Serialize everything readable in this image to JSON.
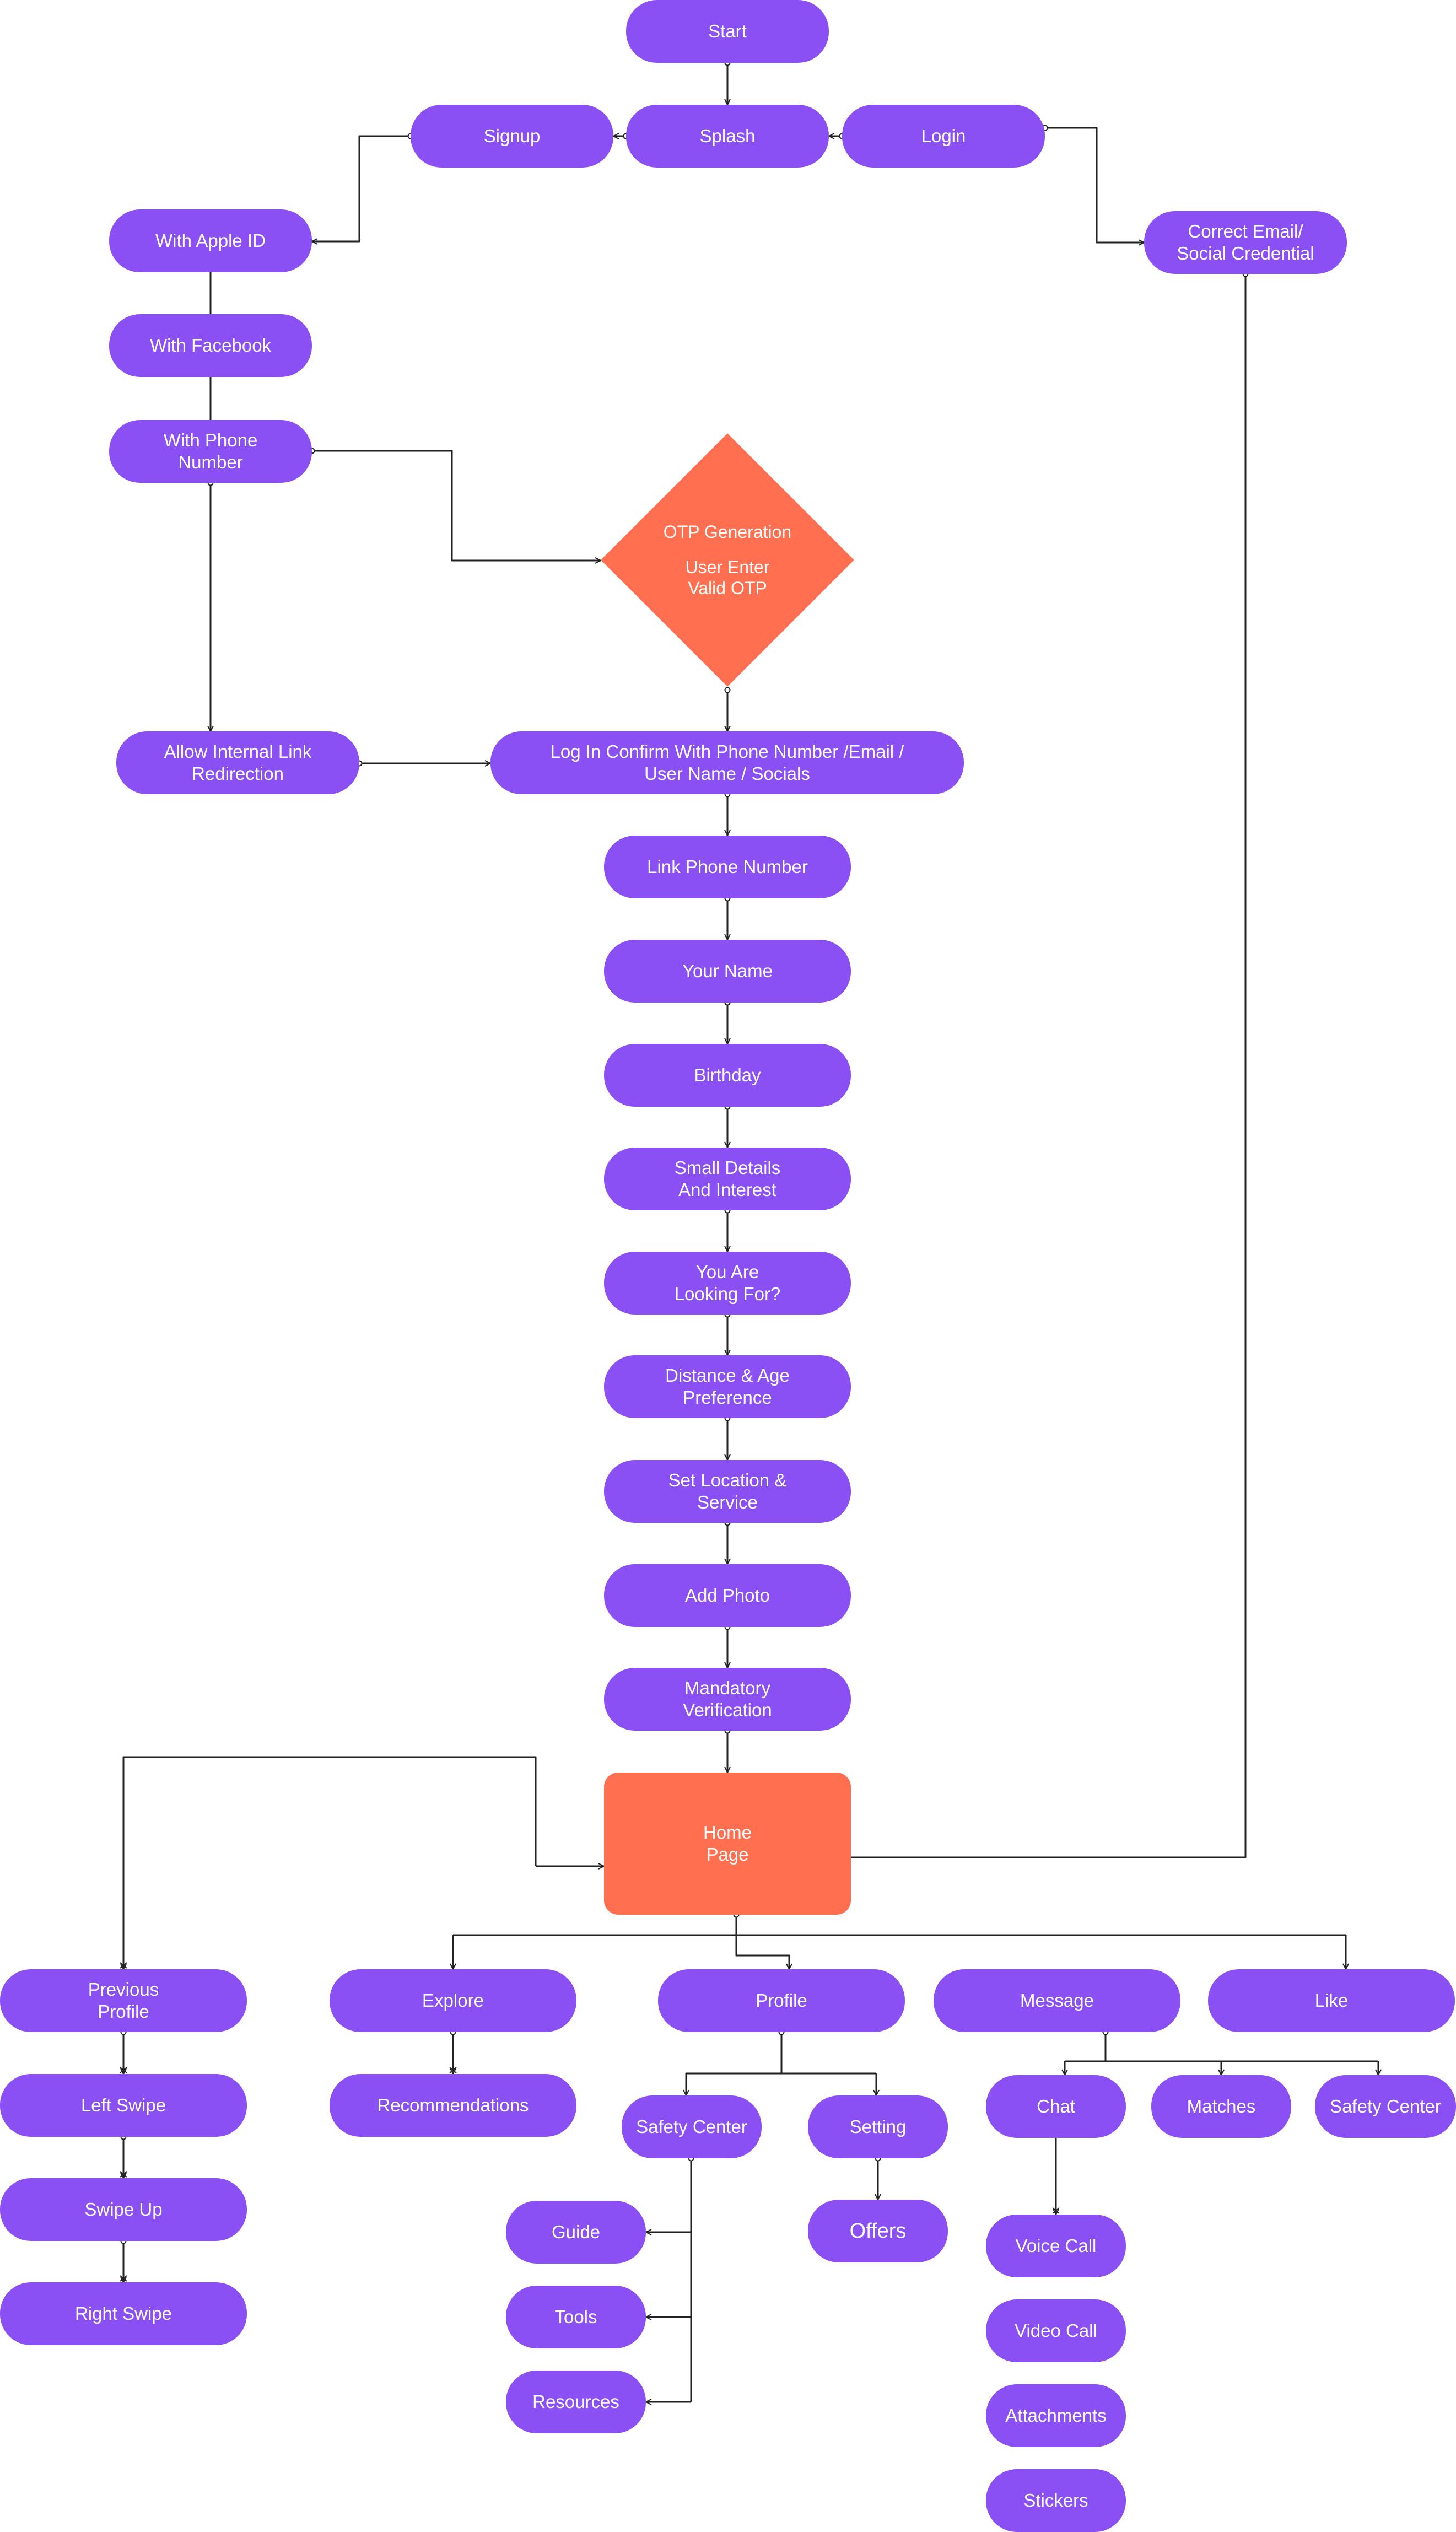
{
  "colors": {
    "node": "#8b50f4",
    "decision": "#ff6f50",
    "connector": "#222222"
  },
  "nodes": {
    "start": "Start",
    "splash": "Splash",
    "signup": "Signup",
    "login": "Login",
    "apple": "With Apple ID",
    "facebook": "With Facebook",
    "phone": "With Phone\nNumber",
    "correct_email": "Correct Email/\nSocial Credential",
    "otp_title": "OTP Generation",
    "otp_sub": "User Enter\nValid OTP",
    "allow_link": "Allow Internal Link\nRedirection",
    "login_confirm": "Log In Confirm With Phone Number /Email /\nUser Name / Socials",
    "link_phone": "Link Phone Number",
    "your_name": "Your Name",
    "birthday": "Birthday",
    "small_details": "Small Details\nAnd Interest",
    "looking_for": "You Are\nLooking For?",
    "distance_age": "Distance & Age\nPreference",
    "set_location": "Set Location &\nService",
    "add_photo": "Add Photo",
    "mandatory": "Mandatory\nVerification",
    "home": "Home\nPage",
    "previous_profile": "Previous\nProfile",
    "explore": "Explore",
    "profile": "Profile",
    "message": "Message",
    "like": "Like",
    "left_swipe": "Left Swipe",
    "swipe_up": "Swipe Up",
    "right_swipe": "Right Swipe",
    "recommendations": "Recommendations",
    "safety_center_profile": "Safety Center",
    "setting": "Setting",
    "guide": "Guide",
    "tools": "Tools",
    "resources": "Resources",
    "offers": "Offers",
    "chat": "Chat",
    "matches": "Matches",
    "safety_center_message": "Safety Center",
    "voice_call": "Voice Call",
    "video_call": "Video Call",
    "attachments": "Attachments",
    "stickers": "Stickers"
  }
}
